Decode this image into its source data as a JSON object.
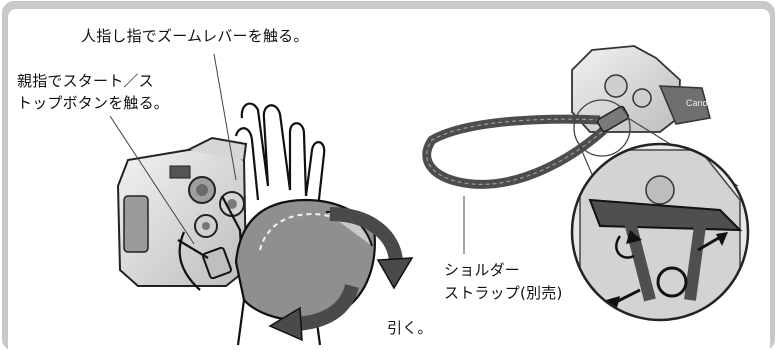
{
  "callouts": {
    "zoom_lever": "人指し指でズームレバーを触る。",
    "start_stop_line1": "親指でスタート／ス",
    "start_stop_line2": "トップボタンを触る。",
    "pull": "引く。",
    "strap_line1": "ショルダー",
    "strap_line2": "ストラップ(別売)"
  },
  "camera_brand": "Canon"
}
